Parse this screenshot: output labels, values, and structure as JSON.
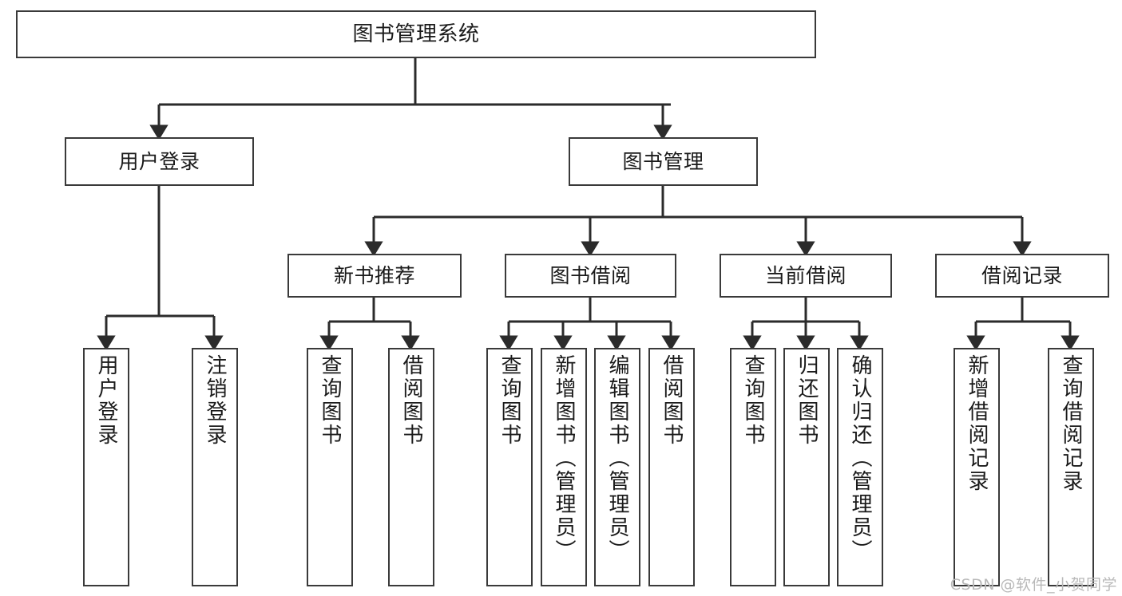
{
  "diagram": {
    "type": "tree-hierarchy-chart",
    "title": "图书管理系统",
    "watermark": "CSDN @软件_小贺同学",
    "colors": {
      "box_border": "#3a3a3a",
      "box_fill": "#ffffff",
      "connector": "#2b2b2b",
      "text": "#1a1a1a",
      "watermark": "#b9b9b9",
      "background": "#ffffff"
    },
    "nodes": {
      "root": {
        "label": "图书管理系统"
      },
      "level1": [
        {
          "id": "user-login",
          "label": "用户登录"
        },
        {
          "id": "book-manage",
          "label": "图书管理"
        }
      ],
      "level2": [
        {
          "id": "new-book-recommend",
          "label": "新书推荐"
        },
        {
          "id": "book-borrow",
          "label": "图书借阅"
        },
        {
          "id": "current-borrow",
          "label": "当前借阅"
        },
        {
          "id": "borrow-record",
          "label": "借阅记录"
        }
      ],
      "leaves": {
        "user_login": [
          {
            "id": "leaf-user-login",
            "label": "用户登录"
          },
          {
            "id": "leaf-logout-login",
            "label": "注销登录"
          }
        ],
        "new_book_recommend": [
          {
            "id": "leaf-query-book-1",
            "label": "查询图书"
          },
          {
            "id": "leaf-borrow-book-1",
            "label": "借阅图书"
          }
        ],
        "book_borrow": [
          {
            "id": "leaf-query-book-2",
            "label": "查询图书"
          },
          {
            "id": "leaf-add-book",
            "label": "新增图书（管理员）"
          },
          {
            "id": "leaf-edit-book",
            "label": "编辑图书（管理员）"
          },
          {
            "id": "leaf-borrow-book-2",
            "label": "借阅图书"
          }
        ],
        "current_borrow": [
          {
            "id": "leaf-query-book-3",
            "label": "查询图书"
          },
          {
            "id": "leaf-return-book",
            "label": "归还图书"
          },
          {
            "id": "leaf-confirm-return",
            "label": "确认归还（管理员）"
          }
        ],
        "borrow_record": [
          {
            "id": "leaf-add-record",
            "label": "新增借阅记录"
          },
          {
            "id": "leaf-query-record",
            "label": "查询借阅记录"
          }
        ]
      }
    }
  }
}
